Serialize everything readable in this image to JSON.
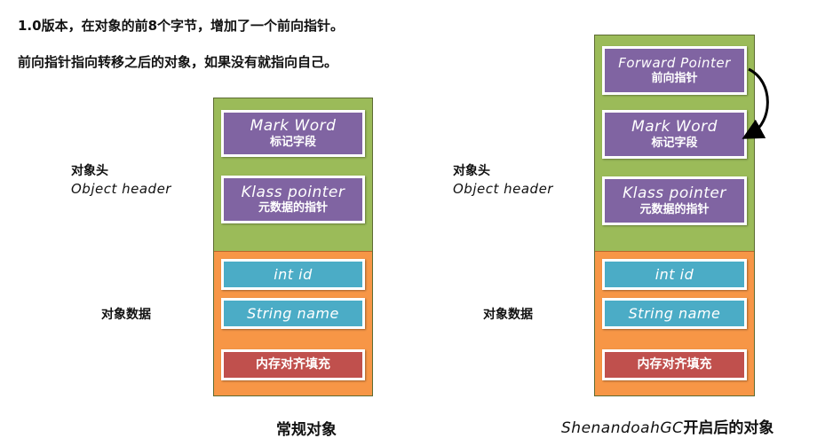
{
  "intro": {
    "line1": "1.0版本，在对象的前8个字节，增加了一个前向指针。",
    "line2": "前向指针指向转移之后的对象，如果没有就指向自己。"
  },
  "left": {
    "header_label_zh": "对象头",
    "header_label_en": "Object header",
    "data_label": "对象数据",
    "mark_word": {
      "en": "Mark Word",
      "zh": "标记字段"
    },
    "klass_pointer": {
      "en": "Klass pointer",
      "zh": "元数据的指针"
    },
    "int_id": "int id",
    "string_name": "String name",
    "padding": "内存对齐填充",
    "caption": "常规对象"
  },
  "right": {
    "header_label_zh": "对象头",
    "header_label_en": "Object header",
    "data_label": "对象数据",
    "forward_pointer": {
      "en": "Forward Pointer",
      "zh": "前向指针"
    },
    "mark_word": {
      "en": "Mark Word",
      "zh": "标记字段"
    },
    "klass_pointer": {
      "en": "Klass pointer",
      "zh": "元数据的指针"
    },
    "int_id": "int id",
    "string_name": "String name",
    "padding": "内存对齐填充",
    "caption_en": "ShenandoahGC",
    "caption_zh": "开启后的对象"
  },
  "colors": {
    "header_green": "#9bbb59",
    "data_orange": "#f79646",
    "field_purple": "#8064a2",
    "field_teal": "#4bacc6",
    "padding_red": "#c0504d"
  }
}
